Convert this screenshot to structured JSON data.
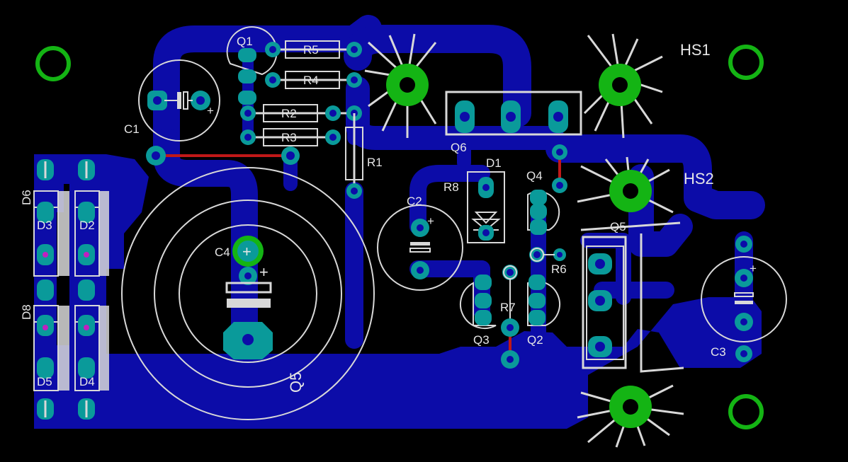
{
  "board": {
    "title": "PCB layout",
    "colors": {
      "background": "#000000",
      "copper": "#0c0ca8",
      "pad": "#0a9a9a",
      "silkscreen": "#d8d8d8",
      "top_trace": "#c01818",
      "mount_hole": "#14b414"
    }
  },
  "labels": {
    "q1": "Q1",
    "r5": "R5",
    "r4": "R4",
    "r2": "R2",
    "r3": "R3",
    "r1": "R1",
    "c1": "C1",
    "hs1": "HS1",
    "hs2": "HS2",
    "q6": "Q6",
    "d1": "D1",
    "r8": "R8",
    "q4": "Q4",
    "c2": "C2",
    "q5_top": "Q5",
    "q5_big": "Q5",
    "c4": "C4",
    "r6": "R6",
    "r7": "R7",
    "q3": "Q3",
    "q2": "Q2",
    "c3": "C3",
    "d6": "D6",
    "d3": "D3",
    "d2": "D2",
    "d8": "D8",
    "d5": "D5",
    "d4": "D4",
    "plus": "+"
  }
}
